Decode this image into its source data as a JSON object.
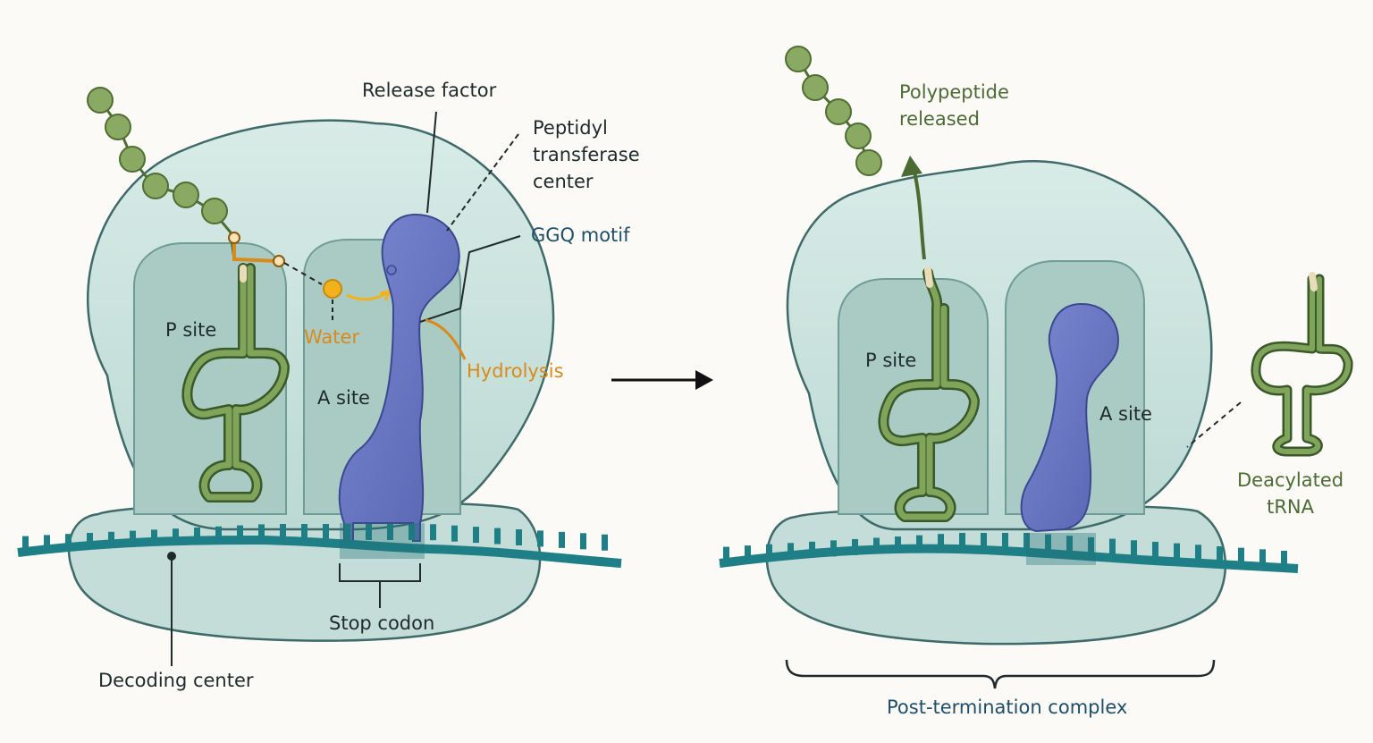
{
  "colors": {
    "ribosome": "#cfe4e0",
    "ribosome_stroke": "#3e6b6a",
    "site_pocket": "#a9cbc4",
    "release_factor": "#6c79c4",
    "mrna": "#1e7f86",
    "trna": "#6f9a4a",
    "polypeptide": "#7fa35b",
    "water": "#f2b21b",
    "arrow": "#111111"
  },
  "left_panel": {
    "release_factor": "Release factor",
    "ptc": "Peptidyl\ntransferase\ncenter",
    "ggq": "GGQ motif",
    "p_site": "P site",
    "a_site": "A site",
    "water": "Water",
    "hydrolysis": "Hydrolysis",
    "stop_codon": "Stop codon",
    "decoding_center": "Decoding center"
  },
  "right_panel": {
    "polypeptide_released": "Polypeptide\nreleased",
    "p_site": "P site",
    "a_site": "A site",
    "deacylated_trna": "Deacylated\ntRNA",
    "post_termination": "Post-termination complex"
  }
}
